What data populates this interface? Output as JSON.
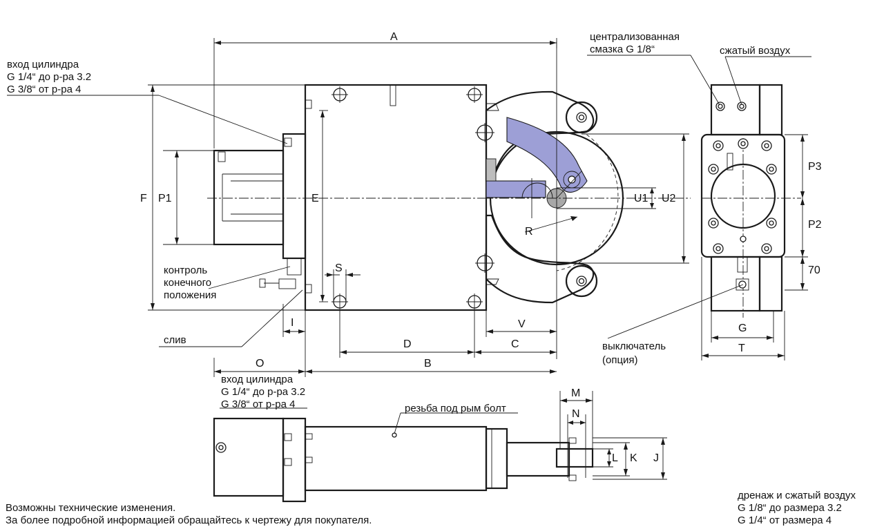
{
  "colors": {
    "accent": "#9d9fd6",
    "grey": "#bdbdbd",
    "line": "#1a1a1a"
  },
  "dimensions": {
    "A": "A",
    "B": "B",
    "C": "C",
    "D": "D",
    "E": "E",
    "F": "F",
    "G": "G",
    "T": "T",
    "I": "I",
    "O": "O",
    "P1": "P1",
    "P2": "P2",
    "P3": "P3",
    "R": "R",
    "S": "S",
    "U1": "U1",
    "U2": "U2",
    "V": "V",
    "M": "M",
    "N": "N",
    "L": "L",
    "K": "K",
    "J": "J",
    "d70": "70"
  },
  "labels": {
    "cyl_top": [
      "вход цилиндра",
      "G 1/4“ до р-ра 3.2",
      "G 3/8“ от р-ра 4"
    ],
    "cyl_bottom": [
      "вход цилиндра",
      "G 1/4“ до р-ра 3.2",
      "G 3/8“ от р-ра 4"
    ],
    "lube": [
      "централизованная",
      "смазка G 1/8“"
    ],
    "air": "сжатый воздух",
    "endpos": [
      "контроль",
      "конечного",
      "положения"
    ],
    "drain": "слив",
    "switch": [
      "выключатель",
      "(опция)"
    ],
    "eyebolt": "резьба под рым болт",
    "drainair": [
      "дренаж и сжатый воздух",
      "G 1/8“ до размера 3.2",
      "G 1/4“ от размера 4"
    ],
    "notes": [
      "Возможны технические изменения.",
      "За более подробной информацией обращайтесь к чертежу для покупателя."
    ]
  }
}
